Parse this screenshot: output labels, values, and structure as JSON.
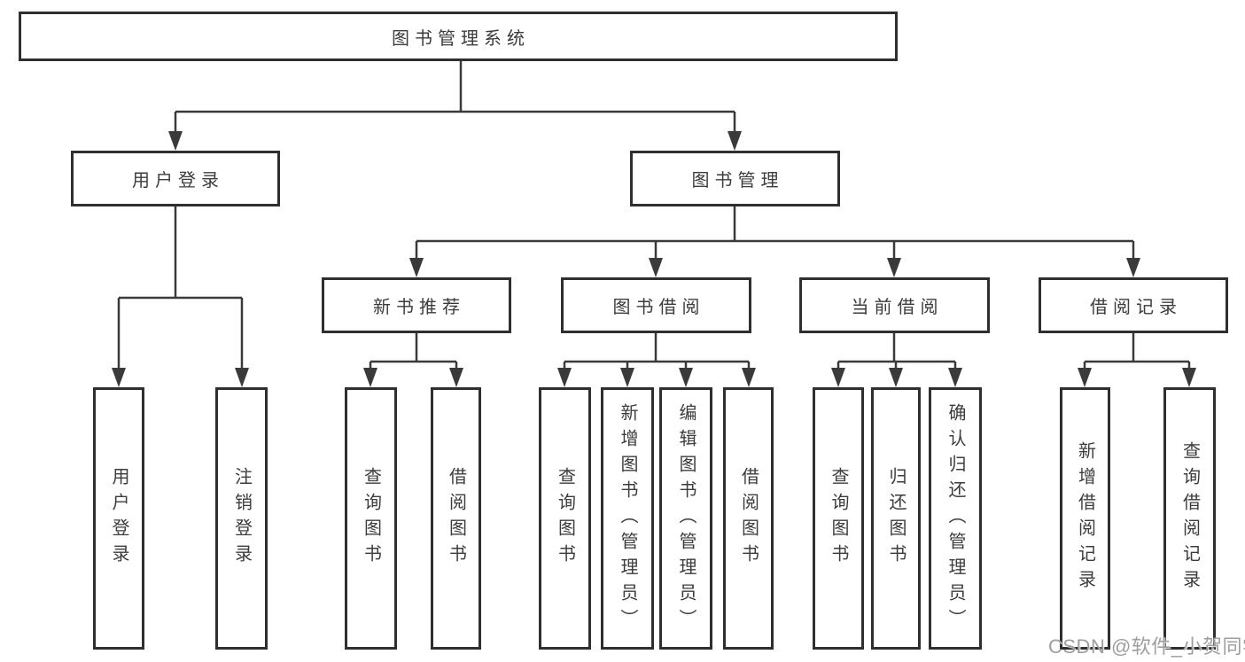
{
  "diagram": {
    "root": {
      "label": "图书管理系统"
    },
    "level2": [
      {
        "label": "用户登录"
      },
      {
        "label": "图书管理"
      }
    ],
    "level3": [
      {
        "label": "新书推荐"
      },
      {
        "label": "图书借阅"
      },
      {
        "label": "当前借阅"
      },
      {
        "label": "借阅记录"
      }
    ],
    "leaves": {
      "user_login": [
        {
          "label": "用户登录"
        },
        {
          "label": "注销登录"
        }
      ],
      "new_book": [
        {
          "label": "查询图书"
        },
        {
          "label": "借阅图书"
        }
      ],
      "book_borrow": [
        {
          "label": "查询图书"
        },
        {
          "label": "新增图书（管理员）"
        },
        {
          "label": "编辑图书（管理员）"
        },
        {
          "label": "借阅图书"
        }
      ],
      "current_borrow": [
        {
          "label": "查询图书"
        },
        {
          "label": "归还图书"
        },
        {
          "label": "确认归还（管理员）"
        }
      ],
      "borrow_record": [
        {
          "label": "新增借阅记录"
        },
        {
          "label": "查询借阅记录"
        }
      ]
    }
  },
  "watermark": {
    "text": "CSDN @软件_小贺同学"
  },
  "colors": {
    "line": "#3a3a3a",
    "box_border": "#2f2f2f",
    "text": "#3c3c3c",
    "background": "#ffffff",
    "watermark_text": "#9e9e9e"
  }
}
